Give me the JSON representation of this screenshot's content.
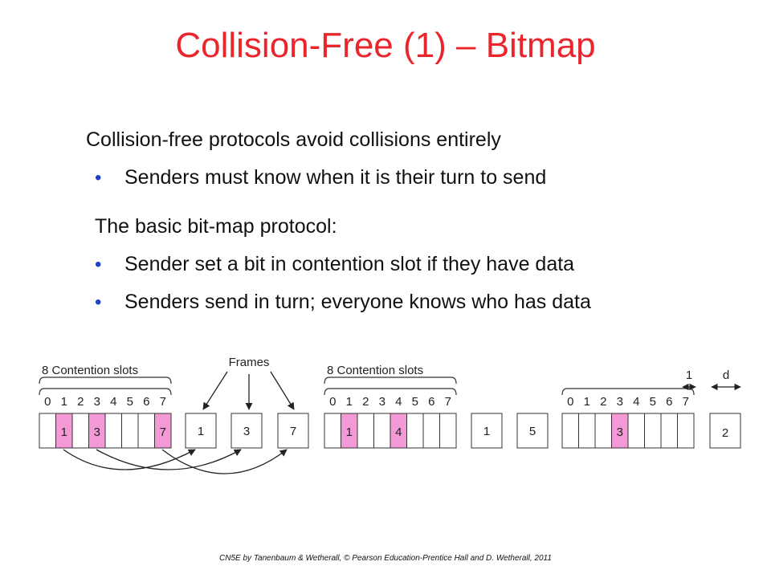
{
  "slide": {
    "title": "Collision-Free (1) – Bitmap",
    "intro": "Collision-free protocols avoid collisions entirely",
    "bullets1": [
      "Senders must know when it is their turn to send"
    ],
    "subheading": "The basic bit-map protocol:",
    "bullets2": [
      "Sender set a bit in contention slot if they have data",
      "Senders send in turn; everyone knows who has data"
    ],
    "bullet_char": "•",
    "footer": "CN5E by Tanenbaum & Wetherall, © Pearson Education-Prentice Hall and D. Wetherall, 2011"
  },
  "diagram": {
    "contention_label": "8 Contention slots",
    "frames_label": "Frames",
    "slot_numbers": [
      "0",
      "1",
      "2",
      "3",
      "4",
      "5",
      "6",
      "7"
    ],
    "periods": [
      {
        "bits": [
          0,
          1,
          0,
          1,
          0,
          0,
          0,
          1
        ],
        "frames": [
          "1",
          "3",
          "7"
        ]
      },
      {
        "bits": [
          0,
          1,
          0,
          0,
          1,
          0,
          0,
          0
        ],
        "frames": [
          "1",
          "5"
        ]
      },
      {
        "bits": [
          0,
          0,
          0,
          1,
          0,
          0,
          0,
          0
        ],
        "frames": [
          "2"
        ]
      }
    ],
    "slot_width_label": "1",
    "frame_width_label": "d",
    "highlight_color": "#f39ad6"
  }
}
